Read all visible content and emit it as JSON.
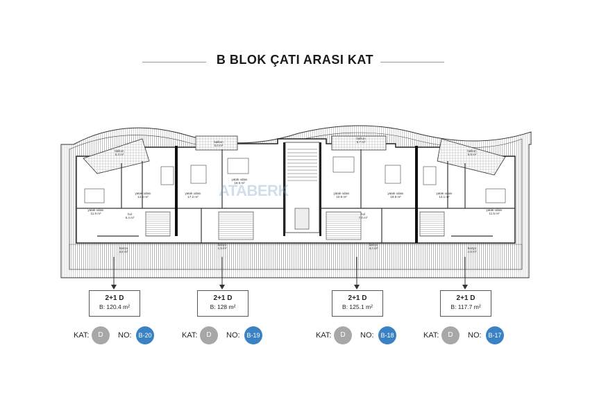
{
  "title": "B BLOK ÇATI ARASI  KAT",
  "watermark": "ATABERK",
  "units": [
    {
      "type": "2+1 D",
      "area": "B: 120.4 m²",
      "kat_label": "KAT:",
      "kat": "D",
      "no_label": "NO:",
      "no": "B-20"
    },
    {
      "type": "2+1 D",
      "area": "B: 128 m²",
      "kat_label": "KAT:",
      "kat": "D",
      "no_label": "NO:",
      "no": "B-19"
    },
    {
      "type": "2+1 D",
      "area": "B: 125.1 m²",
      "kat_label": "KAT:",
      "kat": "D",
      "no_label": "NO:",
      "no": "B-18"
    },
    {
      "type": "2+1 D",
      "area": "B: 117.7 m²",
      "kat_label": "KAT:",
      "kat": "D",
      "no_label": "NO:",
      "no": "B-17"
    }
  ],
  "rooms": [
    "yatak odası\n11.9 m²",
    "yatak odası\n13.6 m²",
    "yatak odası\n17.2 m²",
    "yatak odası\n18.5 m²",
    "balkon\n5.3 m²",
    "balkon\n5.0 m²",
    "balkon\n5.7 m²",
    "balkon\n5.9 m²",
    "banyo\n4.8 m²",
    "banyo\n4.5 m²",
    "banyo\n4.4 m²",
    "banyo\n4.8 m²",
    "hol\n6.4 m²",
    "hol\n7.0 m²",
    "yatak odası\n10.9 m²",
    "yatak odası\n19.8 m²",
    "yatak odası\n13.1 m²",
    "yatak odası\n11.5 m²"
  ],
  "colors": {
    "accent": "#3a82c4",
    "neutral": "#a7a7a7",
    "line": "#333333"
  }
}
